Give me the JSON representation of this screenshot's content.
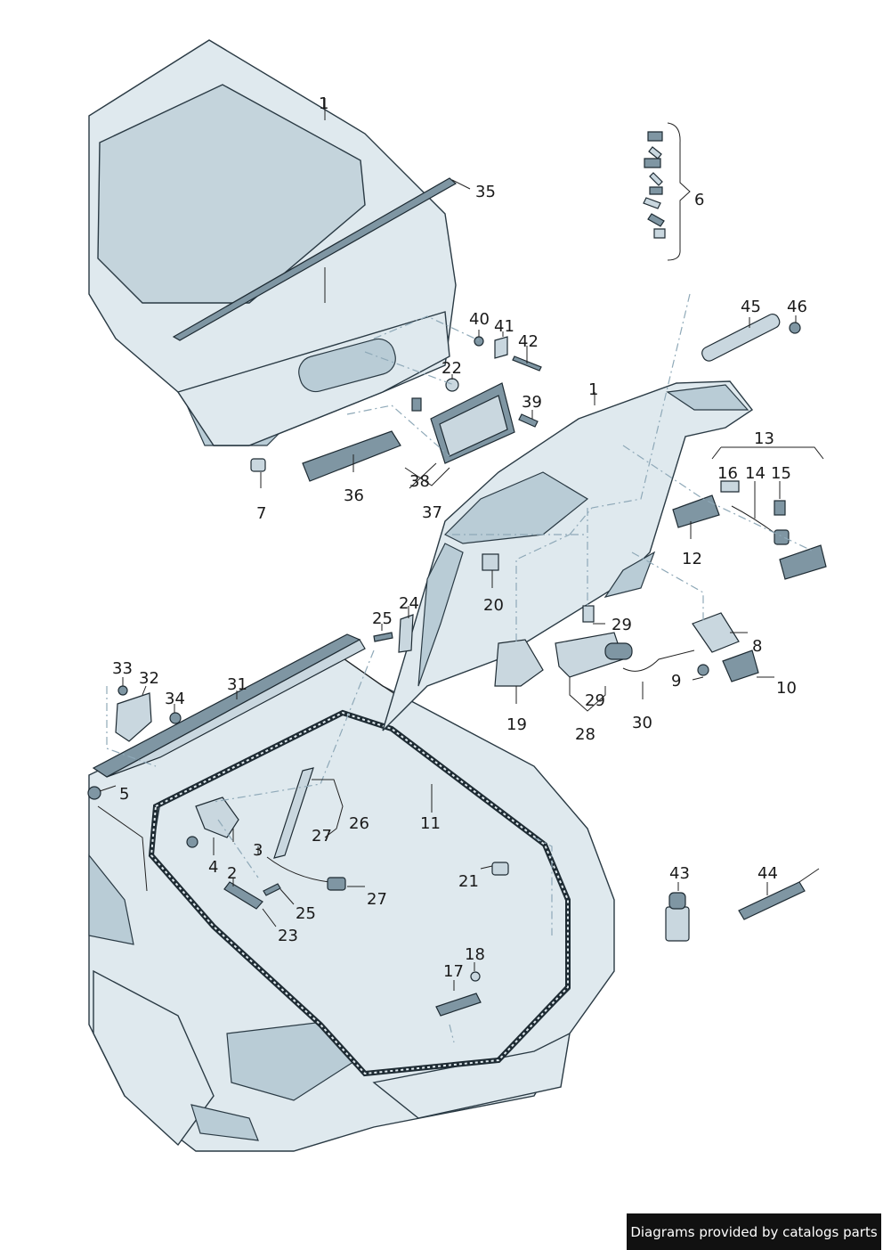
{
  "footer": {
    "credit": "Diagrams provided by catalogs parts"
  },
  "callouts": {
    "c1a": "1",
    "c1b": "1",
    "c2": "2",
    "c3": "3",
    "c4": "4",
    "c5": "5",
    "c6": "6",
    "c7": "7",
    "c8": "8",
    "c9": "9",
    "c10": "10",
    "c11": "11",
    "c12": "12",
    "c13": "13",
    "c14": "14",
    "c15": "15",
    "c16": "16",
    "c17": "17",
    "c18": "18",
    "c19": "19",
    "c20": "20",
    "c21": "21",
    "c22": "22",
    "c23": "23",
    "c24": "24",
    "c25a": "25",
    "c25b": "25",
    "c26": "26",
    "c27a": "27",
    "c27b": "27",
    "c28": "28",
    "c29a": "29",
    "c29b": "29",
    "c30": "30",
    "c31": "31",
    "c32": "32",
    "c33": "33",
    "c34": "34",
    "c35": "35",
    "c36": "36",
    "c37": "37",
    "c38": "38",
    "c39": "39",
    "c40": "40",
    "c41": "41",
    "c42": "42",
    "c43": "43",
    "c44": "44",
    "c45": "45",
    "c46": "46"
  }
}
